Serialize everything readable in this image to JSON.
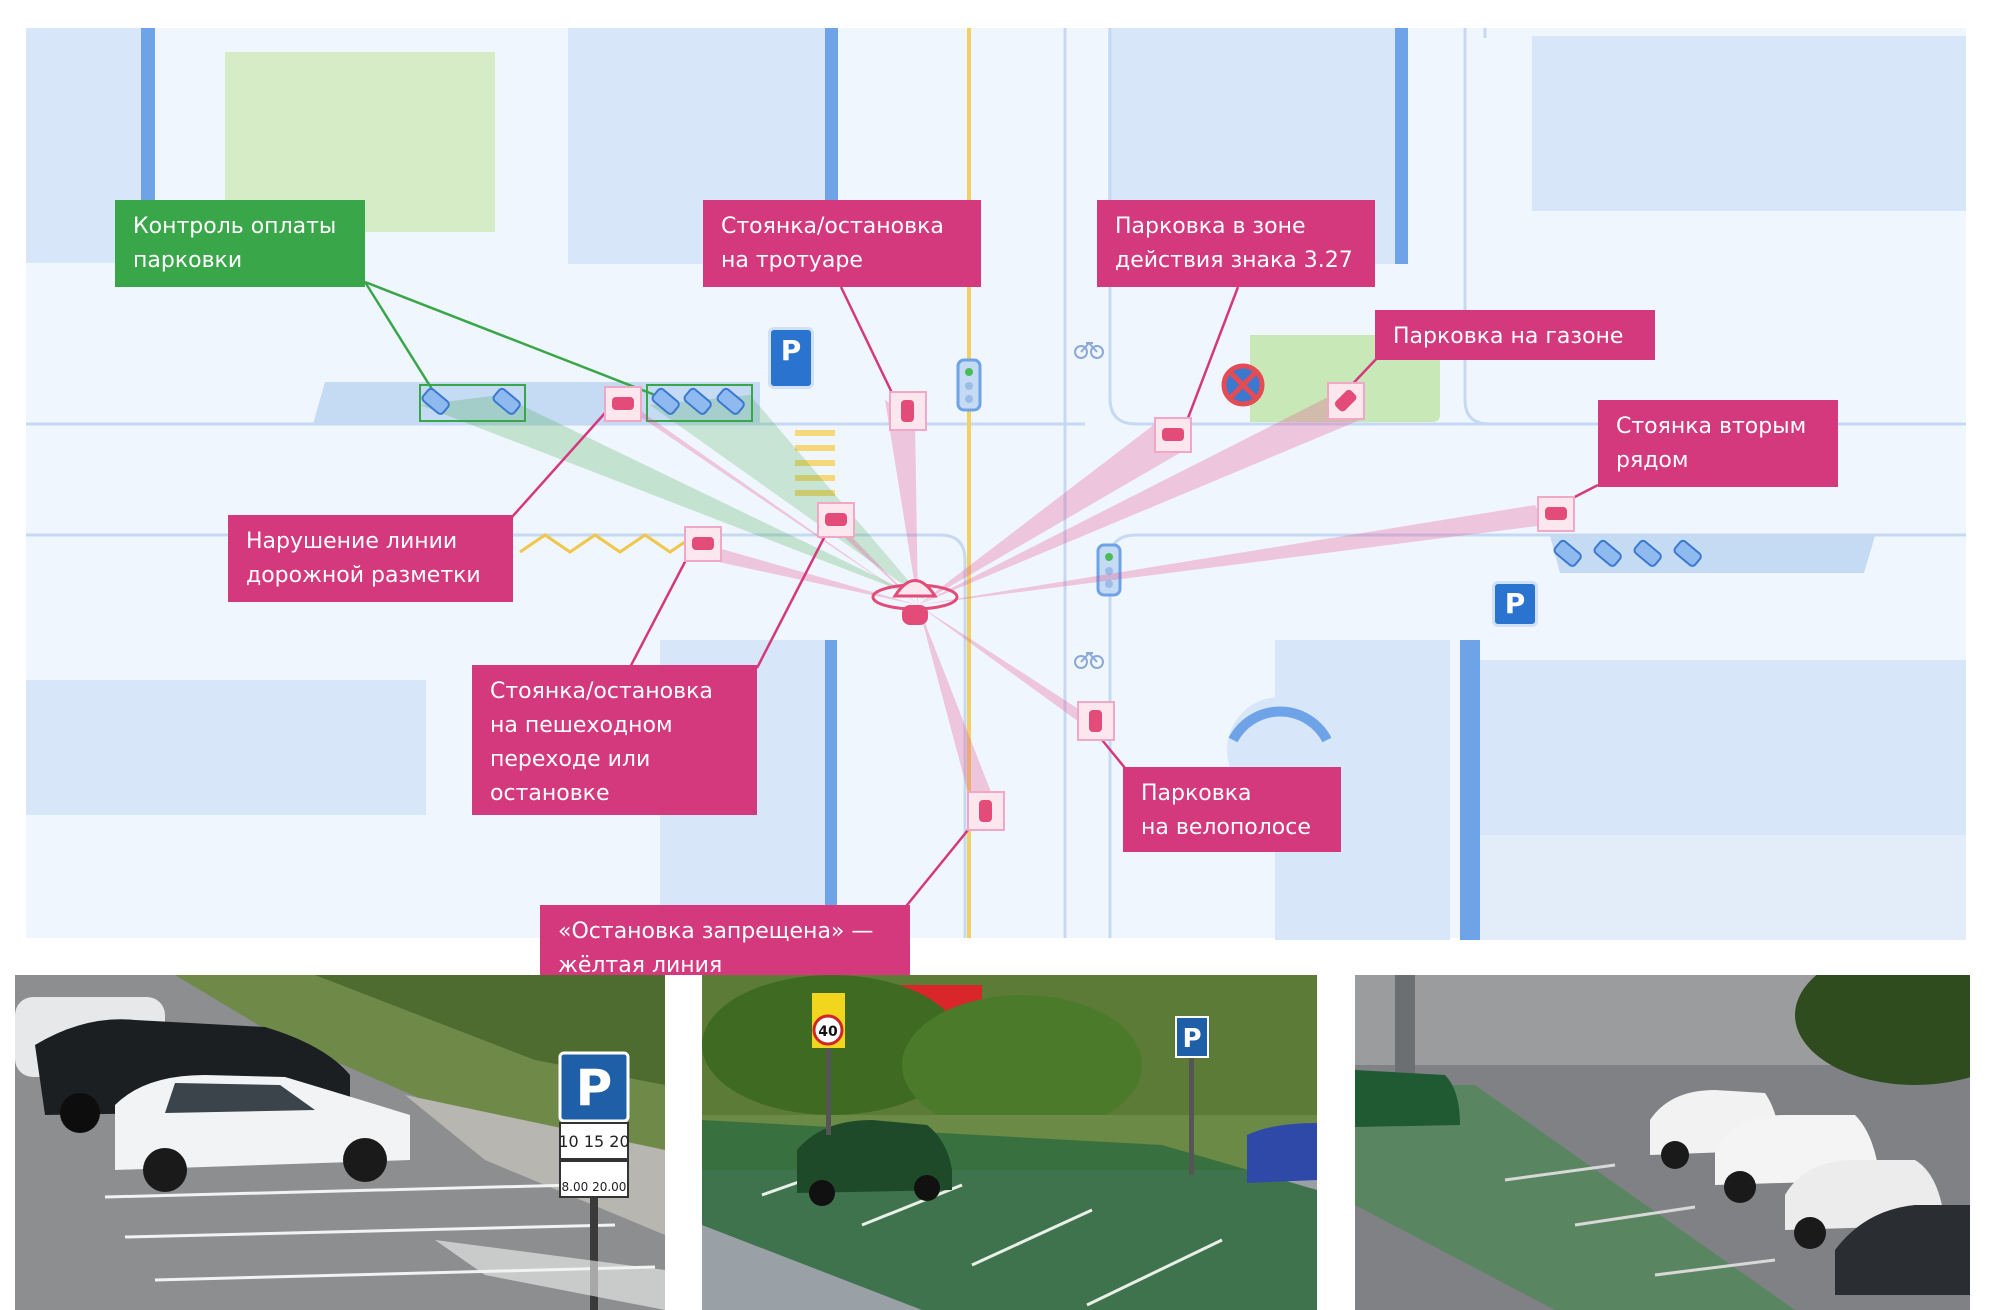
{
  "labels": {
    "payment_control": "Контроль оплаты\nпарковки",
    "sidewalk_parking": "Стоянка/остановка\nна тротуаре",
    "sign_zone_parking": "Парковка в зоне\nдействия знака 3.27",
    "lawn_parking": "Парковка на газоне",
    "double_parking": "Стоянка вторым\nрядом",
    "road_marking_violation": "Нарушение линии\nдорожной разметки",
    "crosswalk_parking": "Стоянка/остановка\nна пешеходном\nпереходе или\nостановке",
    "bike_lane_parking": "Парковка\nна велополосе",
    "yellow_line": "«Остановка запрещена» —\nжёлтая линия"
  },
  "parking_sign_letter": "P",
  "photo1_sign": {
    "letter": "P",
    "days": "10 15 20",
    "hours": "8.00  20.00"
  },
  "photo2_signs": {
    "speed": "40",
    "parking": "P"
  },
  "colors": {
    "violation": "#d4397e",
    "control": "#3aa64a",
    "map_bg": "#f0f6fd",
    "block": "#d7e6f8",
    "accent_blue": "#6ea3e8",
    "lawn": "#d6ecc6"
  }
}
